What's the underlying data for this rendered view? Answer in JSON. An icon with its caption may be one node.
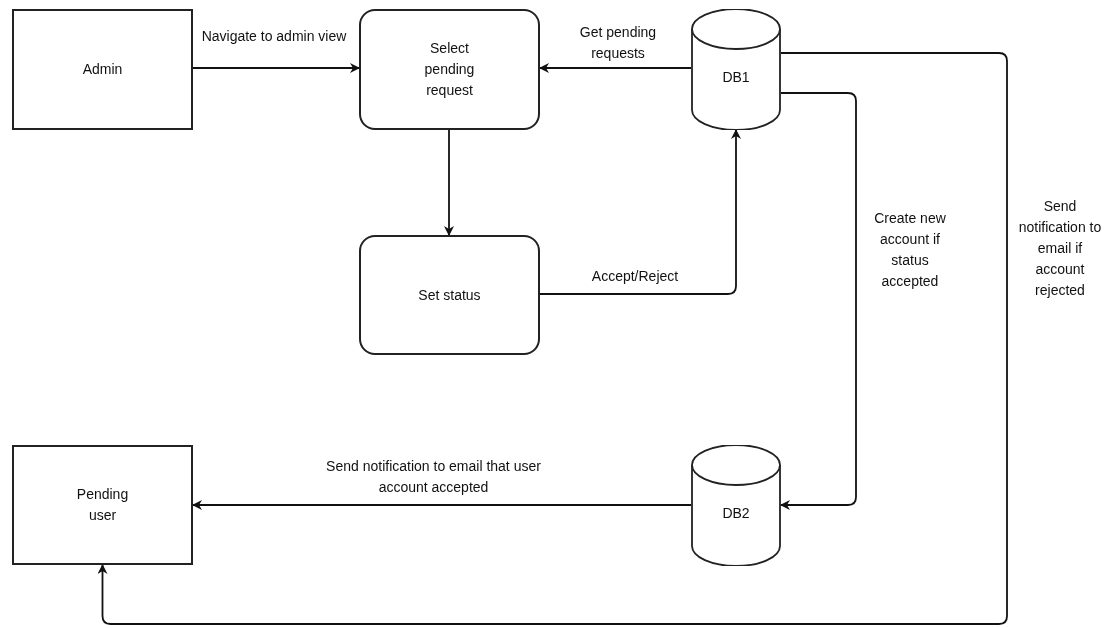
{
  "diagram": {
    "nodes": [
      {
        "text": [
          "Admin"
        ]
      },
      {
        "text": [
          "Select pending request"
        ]
      },
      {
        "text": [
          "DB1"
        ]
      },
      {
        "text": [
          "Set status"
        ]
      },
      {
        "text": [
          "Pending user"
        ]
      },
      {
        "text": [
          "DB2"
        ]
      }
    ],
    "edges": [
      {
        "from": 0,
        "to": 1,
        "arrow": "to",
        "label": "Navigate to admin view"
      },
      {
        "from": 2,
        "to": 1,
        "arrow": "to",
        "label": "Get pending requests"
      },
      {
        "from": 1,
        "to": 3,
        "arrow": "to"
      },
      {
        "from": 3,
        "to": 2,
        "arrow": "to",
        "label": "Accept/Reject"
      },
      {
        "from": 2,
        "to": 5,
        "arrow": "to",
        "label": "Create new account if status accepted"
      },
      {
        "from": 5,
        "to": 4,
        "arrow": "to",
        "label": "Send notification to email that user account accepted"
      },
      {
        "from": 2,
        "to": 4,
        "arrow": "to",
        "label": "Send notification to email if account rejected"
      }
    ]
  }
}
